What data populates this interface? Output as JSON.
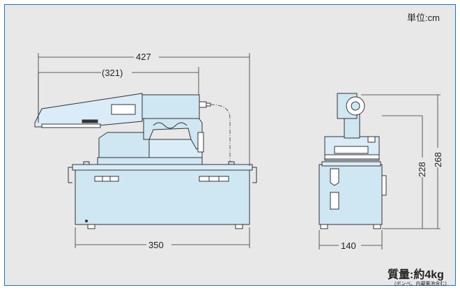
{
  "unit_label": "単位:cm",
  "dimensions": {
    "overall_length": "427",
    "inner_length": "(321)",
    "base_width": "350",
    "side_depth": "140",
    "height_inner": "228",
    "height_total": "268"
  },
  "weight": {
    "label": "質量:約4kg",
    "note": "(ボンベ、内蔵電池含む)"
  },
  "colors": {
    "frame_border": "#1e73be",
    "background": "#e8e8e8",
    "body_fill": "#cfe6f3",
    "outline": "#333333"
  }
}
